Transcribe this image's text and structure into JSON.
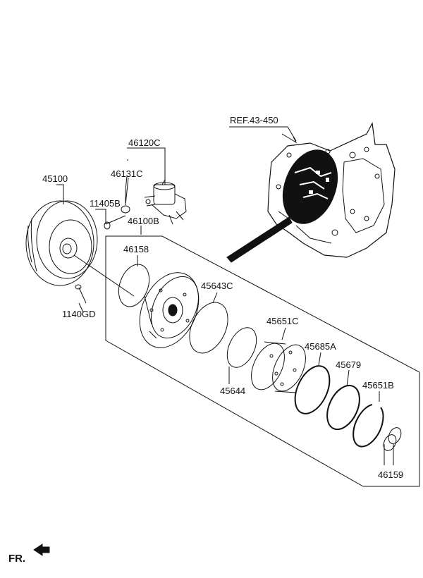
{
  "labels": {
    "ref": "REF.43-450",
    "p46120C": "46120C",
    "p46131C": "46131C",
    "p45100": "45100",
    "p11405B": "11405B",
    "p46100B": "46100B",
    "p46158": "46158",
    "p45643C": "45643C",
    "p1140GD": "1140GD",
    "p45651C": "45651C",
    "p45685A": "45685A",
    "p45679": "45679",
    "p45651B": "45651B",
    "p45644": "45644",
    "p46159": "46159",
    "front": "FR."
  }
}
